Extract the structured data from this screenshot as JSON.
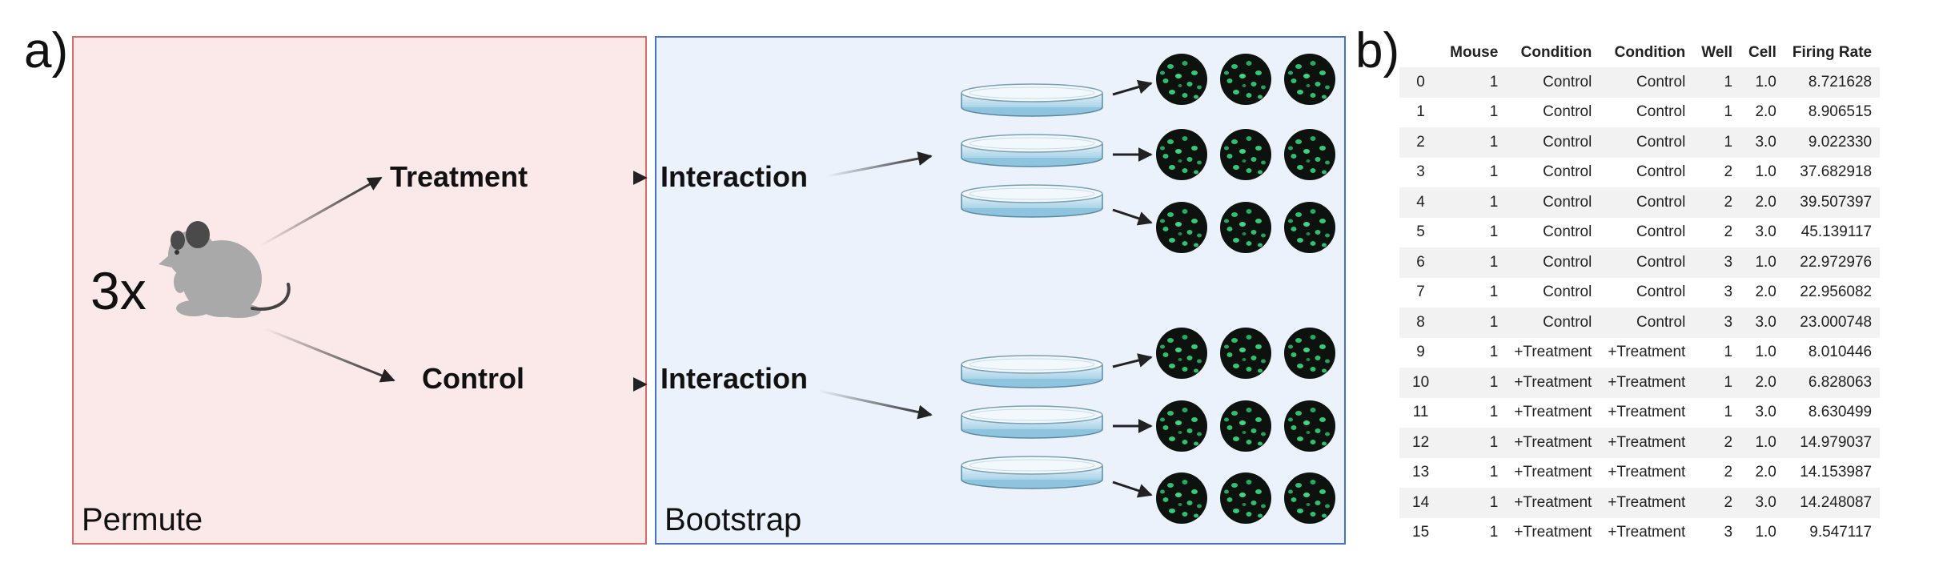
{
  "labels": {
    "panel_a": "a)",
    "panel_b": "b)"
  },
  "diagram": {
    "multiplier": "3x",
    "permute_caption": "Permute",
    "bootstrap_caption": "Bootstrap",
    "treatment_label": "Treatment",
    "control_label": "Control",
    "interaction_top": "Interaction",
    "interaction_bottom": "Interaction",
    "colors": {
      "permute_bg": "#fbe9e9",
      "permute_border": "#d96a6a",
      "bootstrap_bg": "#ebf2fb",
      "bootstrap_border": "#4a72c4",
      "cell_green": "#2fbf71"
    }
  },
  "table": {
    "columns": [
      "",
      "Mouse",
      "Condition",
      "Condition",
      "Well",
      "Cell",
      "Firing Rate"
    ],
    "rows": [
      [
        "0",
        "1",
        "Control",
        "Control",
        "1",
        "1.0",
        "8.721628"
      ],
      [
        "1",
        "1",
        "Control",
        "Control",
        "1",
        "2.0",
        "8.906515"
      ],
      [
        "2",
        "1",
        "Control",
        "Control",
        "1",
        "3.0",
        "9.022330"
      ],
      [
        "3",
        "1",
        "Control",
        "Control",
        "2",
        "1.0",
        "37.682918"
      ],
      [
        "4",
        "1",
        "Control",
        "Control",
        "2",
        "2.0",
        "39.507397"
      ],
      [
        "5",
        "1",
        "Control",
        "Control",
        "2",
        "3.0",
        "45.139117"
      ],
      [
        "6",
        "1",
        "Control",
        "Control",
        "3",
        "1.0",
        "22.972976"
      ],
      [
        "7",
        "1",
        "Control",
        "Control",
        "3",
        "2.0",
        "22.956082"
      ],
      [
        "8",
        "1",
        "Control",
        "Control",
        "3",
        "3.0",
        "23.000748"
      ],
      [
        "9",
        "1",
        "+Treatment",
        "+Treatment",
        "1",
        "1.0",
        "8.010446"
      ],
      [
        "10",
        "1",
        "+Treatment",
        "+Treatment",
        "1",
        "2.0",
        "6.828063"
      ],
      [
        "11",
        "1",
        "+Treatment",
        "+Treatment",
        "1",
        "3.0",
        "8.630499"
      ],
      [
        "12",
        "1",
        "+Treatment",
        "+Treatment",
        "2",
        "1.0",
        "14.979037"
      ],
      [
        "13",
        "1",
        "+Treatment",
        "+Treatment",
        "2",
        "2.0",
        "14.153987"
      ],
      [
        "14",
        "1",
        "+Treatment",
        "+Treatment",
        "2",
        "3.0",
        "14.248087"
      ],
      [
        "15",
        "1",
        "+Treatment",
        "+Treatment",
        "3",
        "1.0",
        "9.547117"
      ]
    ]
  }
}
